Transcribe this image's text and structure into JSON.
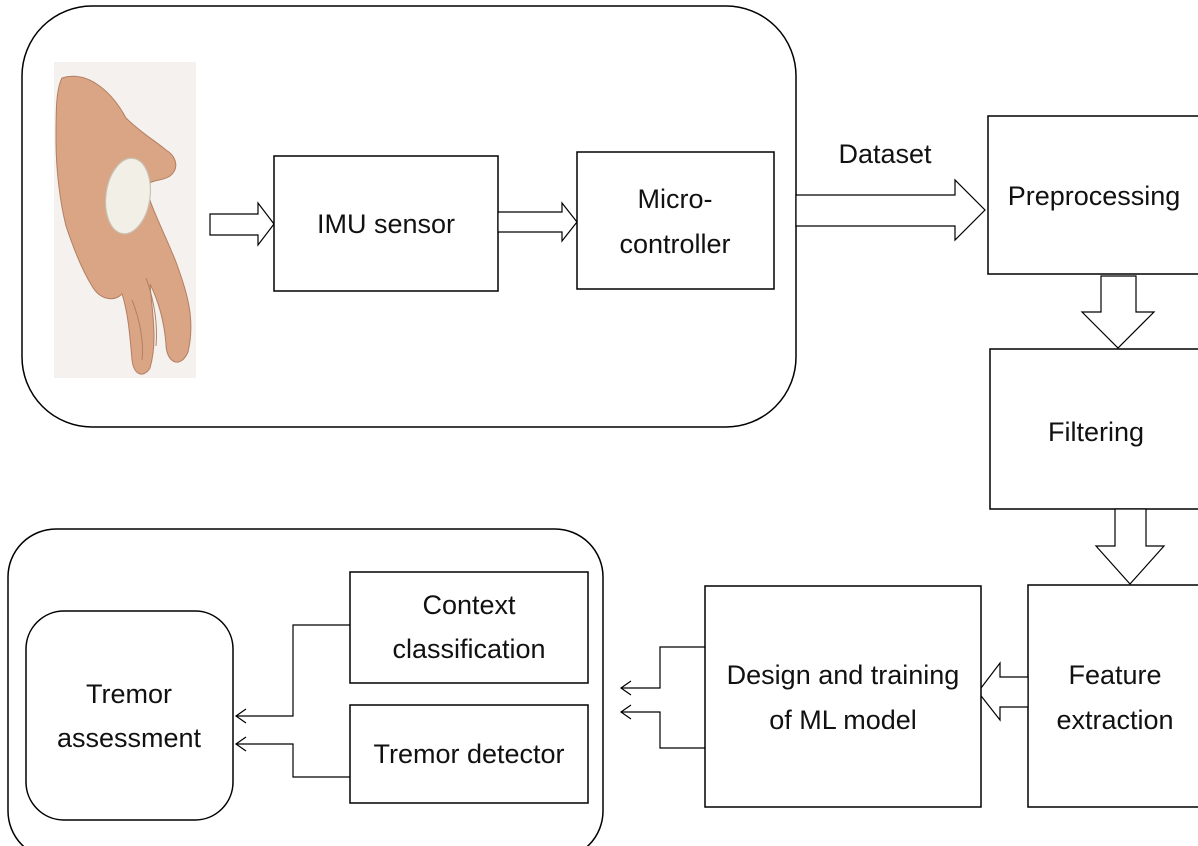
{
  "labels": {
    "imu_sensor": "IMU sensor",
    "microcontroller_line1": "Micro-",
    "microcontroller_line2": "controller",
    "dataset": "Dataset",
    "preprocessing": "Preprocessing",
    "filtering": "Filtering",
    "feature_extraction_line1": "Feature",
    "feature_extraction_line2": "extraction",
    "ml_model_line1": "Design and training",
    "ml_model_line2": "of ML model",
    "context_classification_line1": "Context",
    "context_classification_line2": "classification",
    "tremor_detector": "Tremor detector",
    "tremor_assessment_line1": "Tremor",
    "tremor_assessment_line2": "assessment"
  },
  "colors": {
    "stroke": "#000000",
    "text": "#111111",
    "background": "#ffffff",
    "skin": "#d9a585",
    "sensor": "#f2efe6"
  }
}
